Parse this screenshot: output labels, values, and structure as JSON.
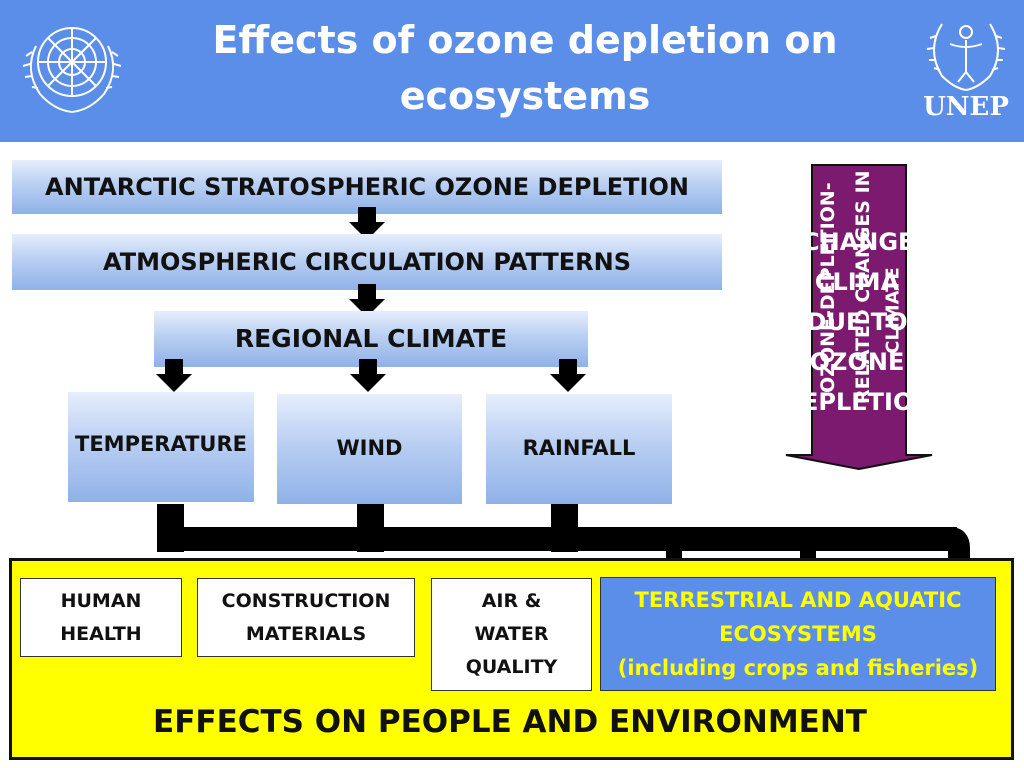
{
  "header": {
    "title_line1": "Effects of ozone depletion on",
    "title_line2": "ecosystems",
    "un_logo": "un-emblem",
    "unep_logo_text": "UNEP"
  },
  "flow": {
    "step1": "ANTARCTIC STRATOSPHERIC  OZONE DEPLETION",
    "step2": "ATMOSPHERIC CIRCULATION PATTERNS",
    "step3": "REGIONAL CLIMATE",
    "factors": [
      "TEMPERATURE",
      "WIND",
      "RAINFALL"
    ]
  },
  "side_arrow": {
    "color": "#7b1a6e",
    "horizontal_lines": [
      "CHANGE",
      "CLIMA",
      "DUE TO",
      "OZONE",
      "EPLETIO"
    ],
    "vertical_line1": "OZONE-DEPLETION-",
    "vertical_line2": "RELATED CHANGES IN",
    "vertical_line3": "CLIMATE"
  },
  "effects": {
    "panel_color": "#ffff00",
    "human_health": "HUMAN HEALTH",
    "construction": "CONSTRUCTION MATERIALS",
    "air_water": "AIR & WATER QUALITY",
    "eco_line1": "TERRESTRIAL AND AQUATIC",
    "eco_line2": "ECOSYSTEMS",
    "eco_line3": "(including crops and fisheries)",
    "footer": "EFFECTS ON PEOPLE AND ENVIRONMENT"
  }
}
